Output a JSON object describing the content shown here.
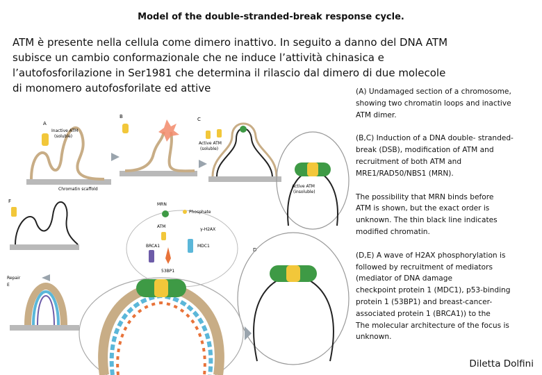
{
  "slide": {
    "title": "Model of the double-stranded-break response cycle.",
    "intro": "ATM è presente nella cellula come dimero inattivo. In seguito a danno del DNA ATM\nsubisce un cambio conformazionale che ne induce l’attività chinasica e\nl’autofosforilazione in Ser1981 che determina il rilascio dal dimero di due molecole\ndi monomero autofosforilate ed attive",
    "captions": [
      "(A) Undamaged section of a chromosome,\nshowing two chromatin loops and inactive\nATM dimer.",
      "(B,C) Induction of a DNA double- stranded-\nbreak (DSB), modification of ATM and\nrecruitment of both ATM and\nMRE1/RAD50/NBS1 (MRN).",
      "The possibility that MRN binds before\nATM is shown, but the exact order is\nunknown. The thin black line indicates\nmodified chromatin.",
      "(D,E) A wave of H2AX phosphorylation is\nfollowed by recruitment of mediators\n(mediator of DNA damage\ncheckpoint protein 1 (MDC1), p53-binding\nprotein 1 (53BP1) and breast-cancer-\nassociated protein 1 (BRCA1)) to the\nThe molecular architecture of the focus is\nunknown."
    ],
    "author": "Diletta Dolfini"
  },
  "figure": {
    "panel_labels": [
      "A",
      "B",
      "C",
      "D",
      "E",
      "F"
    ],
    "labels": {
      "inactive_atm": "Inactive ATM\n(soluble)",
      "active_atm": "Active ATM\n(soluble)",
      "active_atm_insoluble": "Active ATM\n(insoluble)",
      "chromatin_scaffold": "Chromatin scaffold",
      "mrn": "MRN",
      "atm": "ATM",
      "phosphate": "Phosphate",
      "gamma_h2ax": "γ-H2AX",
      "brca1": "BRCA1",
      "mdc1": "MDC1",
      "bp53": "53BP1",
      "repair": "Repair"
    },
    "colors": {
      "chromatin": "#c8ad86",
      "scaffold": "#b9b9b9",
      "atm": "#f2c73a",
      "mrn": "#3e9a45",
      "brca1": "#6d5ca8",
      "mdc1": "#5bb7d9",
      "bp53": "#e8733a",
      "break": "#f28a6a"
    }
  }
}
